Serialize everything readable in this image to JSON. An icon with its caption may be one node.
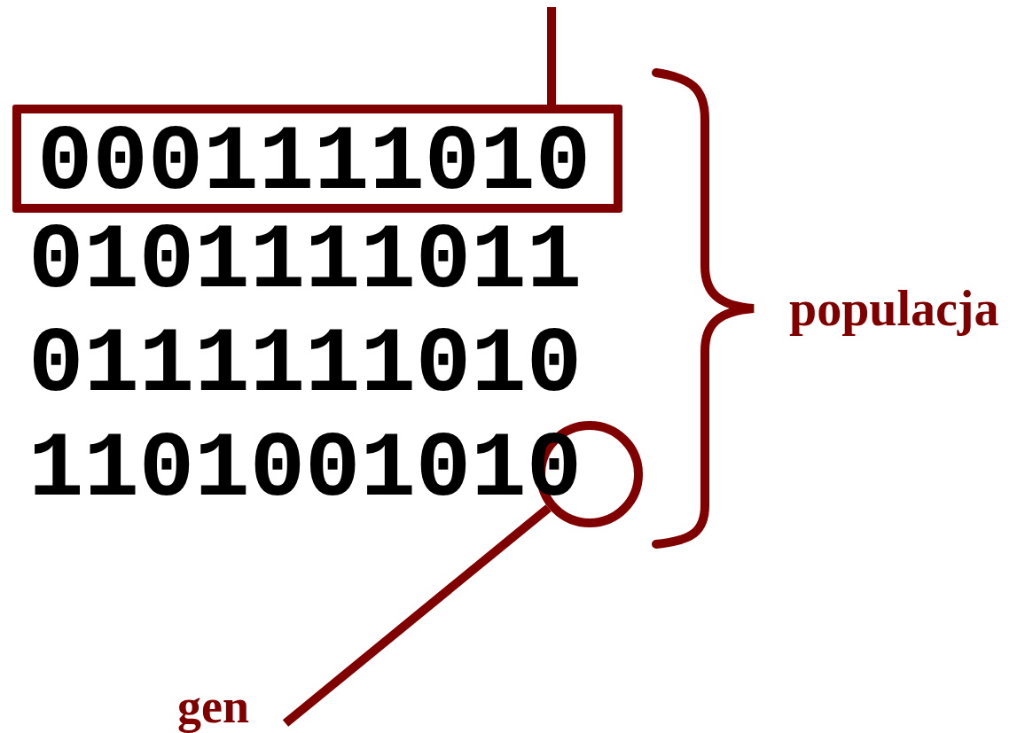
{
  "diagram": {
    "nodes": [
      {
        "text": [
          "0001111010"
        ]
      },
      {
        "text": [],
        "shape": "circle"
      },
      {
        "text": [
          "gen"
        ]
      }
    ],
    "edges": [
      {
        "from": 0,
        "to": null,
        "arrow": "none"
      },
      {
        "from": 2,
        "to": 1,
        "arrow": "none"
      }
    ],
    "labels": [
      "0101111011",
      "0111111010",
      "1101001010",
      "populacja"
    ]
  }
}
